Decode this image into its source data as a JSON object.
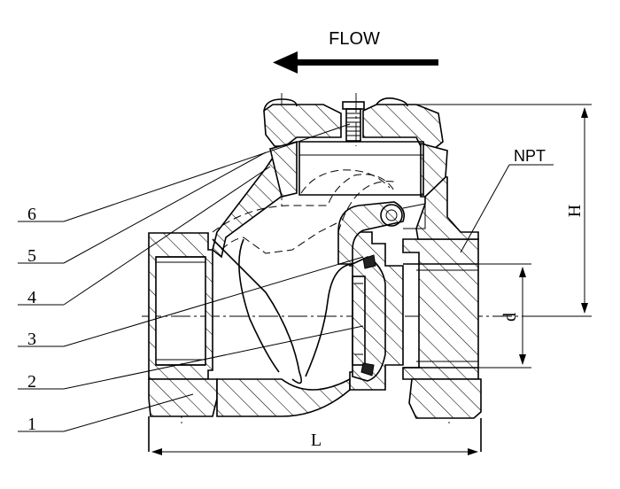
{
  "flow": {
    "label": "FLOW"
  },
  "callouts": [
    {
      "number": "6"
    },
    {
      "number": "5"
    },
    {
      "number": "4"
    },
    {
      "number": "3"
    },
    {
      "number": "2"
    },
    {
      "number": "1"
    }
  ],
  "dimensions": {
    "length": "L",
    "height": "H",
    "diameter": "d",
    "thread": "NPT"
  }
}
